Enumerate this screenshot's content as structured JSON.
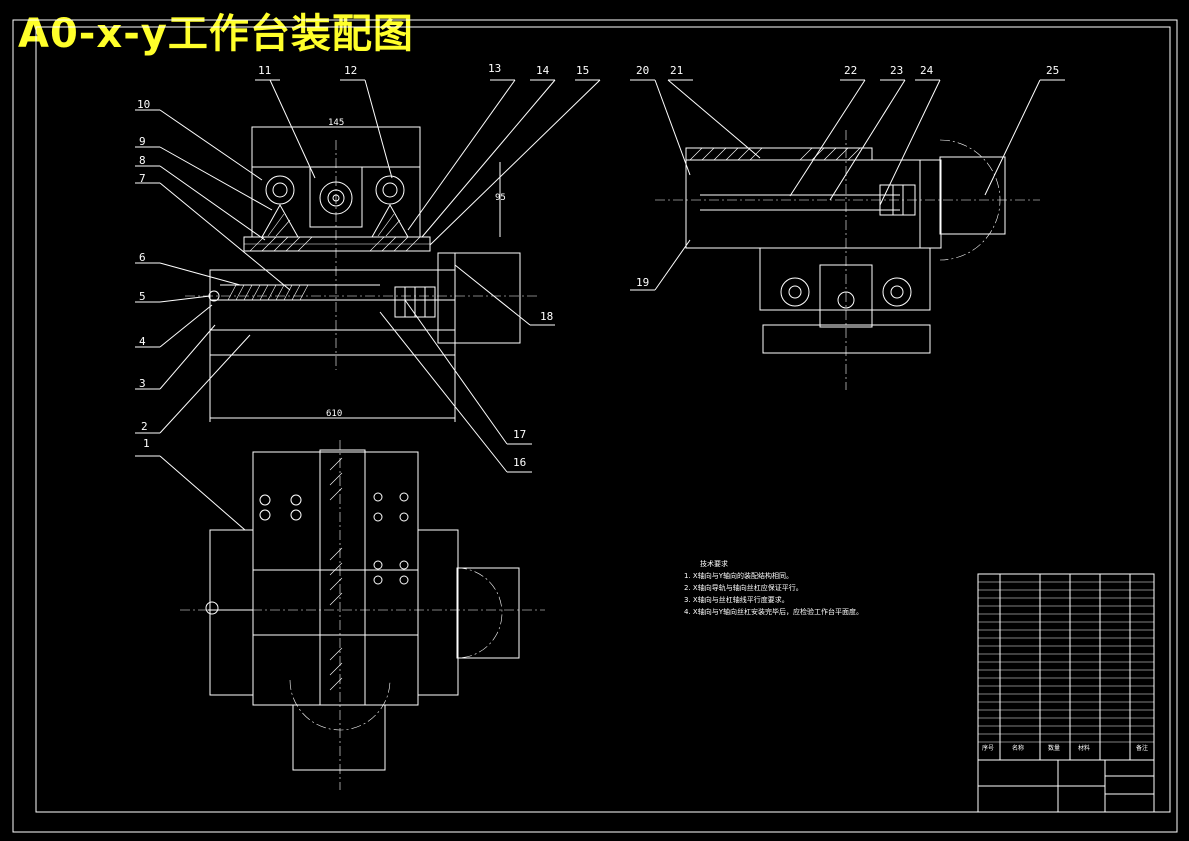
{
  "title": "A0-x-y工作台装配图",
  "part_labels_front": [
    "1",
    "2",
    "3",
    "4",
    "5",
    "6",
    "7",
    "8",
    "9",
    "10",
    "11",
    "12",
    "13",
    "14",
    "15",
    "16",
    "17",
    "18"
  ],
  "part_labels_side": [
    "19",
    "20",
    "21",
    "22",
    "23",
    "24",
    "25"
  ],
  "dimensions": {
    "width_top": "145",
    "width_bottom": "610",
    "height_right": "95"
  },
  "notes": {
    "heading": "技术要求",
    "items": [
      "1. X轴向与Y轴向的装配结构相同。",
      "2. X轴向导轨与轴向丝杠应保证平行。",
      "3. X轴向与丝杠轴线平行度要求。",
      "4. X轴向与Y轴向丝杠安装完毕后，应检验工作台平面度。"
    ]
  },
  "table_header": [
    "序号",
    "名称",
    "数量",
    "材料",
    "备注"
  ]
}
